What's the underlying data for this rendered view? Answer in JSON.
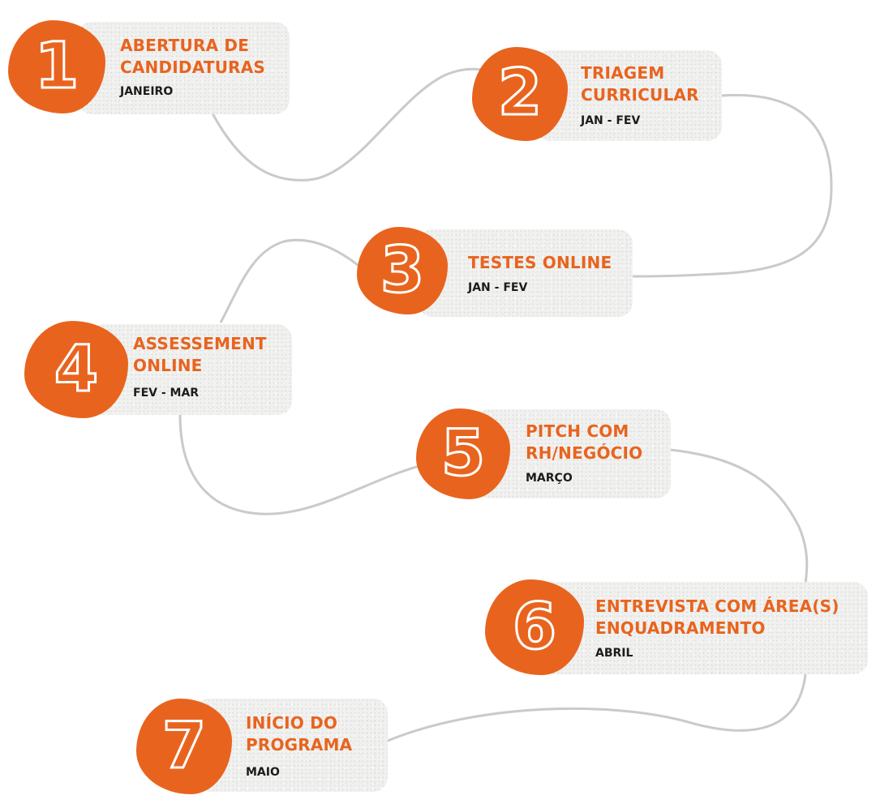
{
  "colors": {
    "accent": "#e8641e",
    "date_text": "#1c1c1c",
    "card_bg": "#f1f1f0",
    "connector": "#c8cbcb"
  },
  "steps": [
    {
      "number": "1",
      "title": "ABERTURA DE\nCANDIDATURAS",
      "date": "JANEIRO"
    },
    {
      "number": "2",
      "title": "TRIAGEM\nCURRICULAR",
      "date": "JAN - FEV"
    },
    {
      "number": "3",
      "title": "TESTES ONLINE",
      "date": "JAN - FEV"
    },
    {
      "number": "4",
      "title": "ASSESSEMENT\nONLINE",
      "date": "FEV - MAR"
    },
    {
      "number": "5",
      "title": "PITCH COM\nRH/NEGÓCIO",
      "date": "MARÇO"
    },
    {
      "number": "6",
      "title": "ENTREVISTA COM ÁREA(S)\nENQUADRAMENTO",
      "date": "ABRIL"
    },
    {
      "number": "7",
      "title": "INÍCIO DO\nPROGRAMA",
      "date": "MAIO"
    }
  ]
}
